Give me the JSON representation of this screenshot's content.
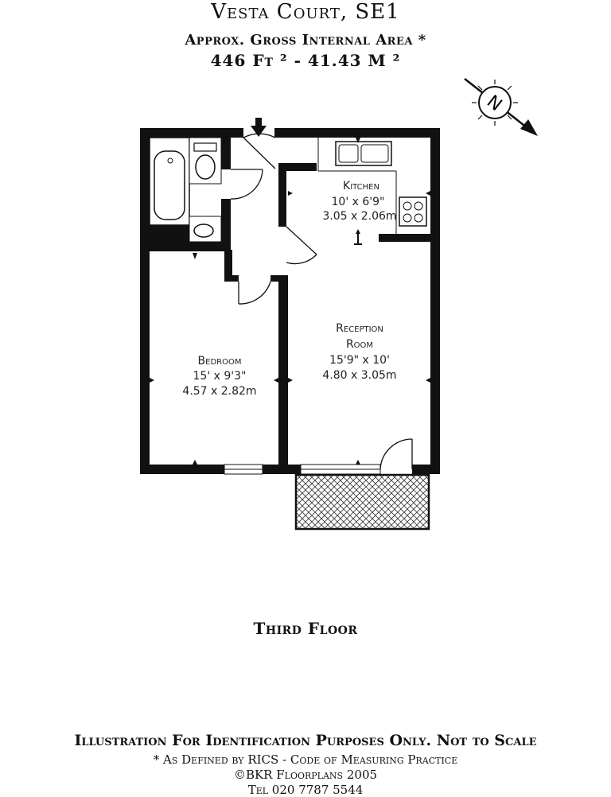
{
  "header": {
    "title": "Vesta Court, SE1",
    "area_label": "Approx. Gross Internal Area *",
    "area_value": "446 Ft ² - 41.43 M ²"
  },
  "compass": {
    "letter": "N"
  },
  "rooms": {
    "kitchen": {
      "name": "Kitchen",
      "imperial": "10' x 6'9\"",
      "metric": "3.05 x 2.06m"
    },
    "reception": {
      "name_line1": "Reception",
      "name_line2": "Room",
      "imperial": "15'9\" x 10'",
      "metric": "4.80 x 3.05m"
    },
    "bedroom": {
      "name": "Bedroom",
      "imperial": "15' x 9'3\"",
      "metric": "4.57 x 2.82m"
    }
  },
  "floor_name": "Third Floor",
  "footer": {
    "disclaimer": "Illustration For Identification Purposes Only. Not to Scale",
    "rics": "* As Defined by RICS - Code of Measuring Practice",
    "copyright": "©BKR Floorplans 2005",
    "tel": "Tel 020 7787 5544"
  }
}
